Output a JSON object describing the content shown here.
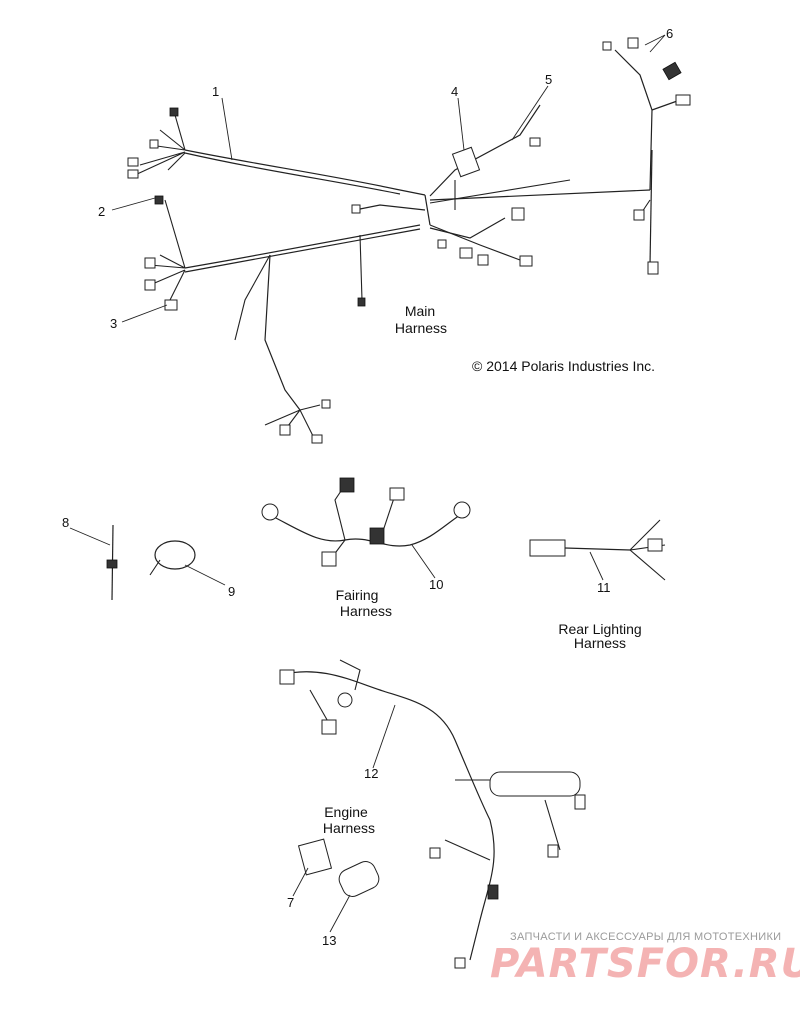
{
  "callouts": [
    "1",
    "2",
    "3",
    "4",
    "5",
    "6",
    "7",
    "8",
    "9",
    "10",
    "11",
    "12",
    "13"
  ],
  "sections": {
    "main": [
      "Main",
      "Harness"
    ],
    "fairing": [
      "Fairing",
      "Harness"
    ],
    "rear": [
      "Rear Lighting",
      "Harness"
    ],
    "engine": [
      "Engine",
      "Harness"
    ]
  },
  "copyright": "© 2014 Polaris Industries Inc.",
  "watermark": {
    "tagline": "ЗАПЧАСТИ И АКСЕССУАРЫ ДЛЯ МОТОТЕХНИКИ",
    "logo": "PARTSFOR.RU",
    "color": "#f4b3b3"
  }
}
